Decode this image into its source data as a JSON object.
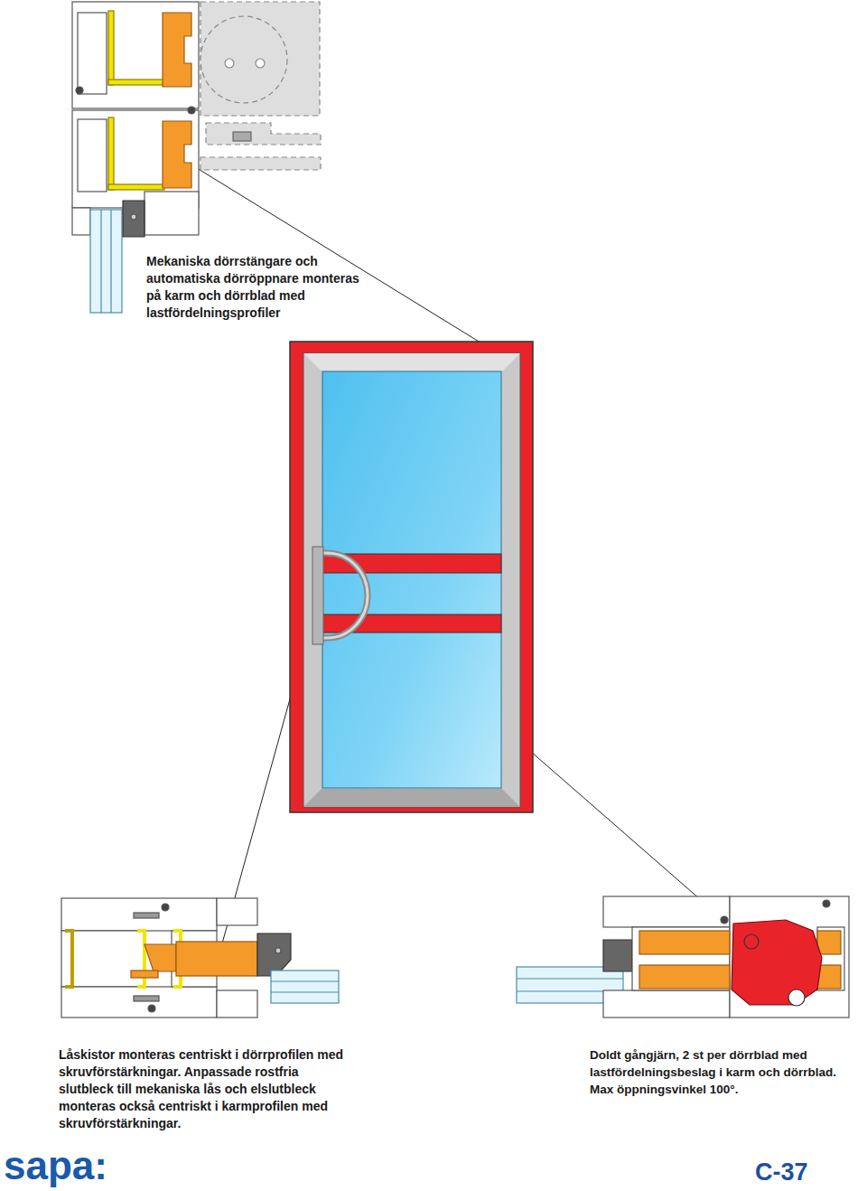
{
  "diagram": {
    "labels": [
      "Mekaniska dörrstängare och automatiska dörröppnare monteras på karm och dörrblad med lastfördelningsprofiler",
      "Låskistor monteras centriskt i dörrprofilen med skruvförstärkningar. Anpassade rostfria slutbleck till mekaniska lås och elslutbleck monteras också centriskt i karmprofilen med skruvförstärkningar.",
      "Doldt gångjärn, 2 st per dörrblad med lastfördelningsbeslag i karm och dörrblad. Max öppningsvinkel 100°.",
      "sapa:",
      "C-37"
    ]
  }
}
